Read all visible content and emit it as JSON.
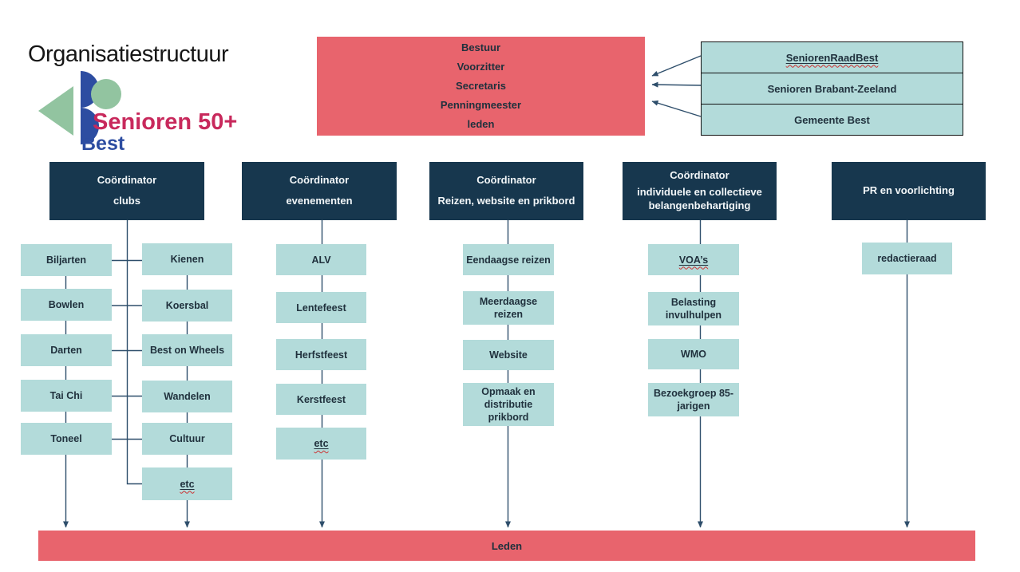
{
  "title": "Organisatiestructuur",
  "logo": {
    "brand": "Senioren 50+",
    "city": "Best"
  },
  "colors": {
    "salmon": "#E8646D",
    "teal": "#B3DBDA",
    "navy": "#17374E",
    "line": "#2E4E6B",
    "brand_red": "#C8295C",
    "brand_blue": "#2D4DA1",
    "logo_green": "#92C4A0",
    "text_dark": "#20313D"
  },
  "bestuur": {
    "lines": [
      "Bestuur",
      "Voorzitter",
      "Secretaris",
      "Penningmeester",
      "leden"
    ]
  },
  "external": {
    "items": [
      "SeniorenRaadBest",
      "Senioren Brabant-Zeeland",
      "Gemeente Best"
    ]
  },
  "coordinators": [
    {
      "lines": [
        "Coördinator",
        "clubs"
      ]
    },
    {
      "lines": [
        "Coördinator",
        "evenementen"
      ]
    },
    {
      "lines": [
        "Coördinator",
        "Reizen, website en prikbord"
      ]
    },
    {
      "lines": [
        "Coördinator",
        "individuele en collectieve belangenbehartiging"
      ]
    },
    {
      "lines": [
        "PR en voorlichting"
      ]
    }
  ],
  "columns": {
    "clubs_left": [
      "Biljarten",
      "Bowlen",
      "Darten",
      "Tai Chi",
      "Toneel"
    ],
    "clubs_right": [
      "Kienen",
      "Koersbal",
      "Best on Wheels",
      "Wandelen",
      "Cultuur",
      "etc"
    ],
    "evenementen": [
      "ALV",
      "Lentefeest",
      "Herfstfeest",
      "Kerstfeest",
      "etc"
    ],
    "reizen": [
      "Eendaagse reizen",
      "Meerdaagse reizen",
      "Website",
      "Opmaak en distributie prikbord"
    ],
    "belangen": [
      "VOA’s",
      "Belasting invulhulpen",
      "WMO",
      "Bezoekgroep 85-jarigen"
    ],
    "pr": [
      "redactieraad"
    ]
  },
  "footer": {
    "label": "Leden"
  }
}
